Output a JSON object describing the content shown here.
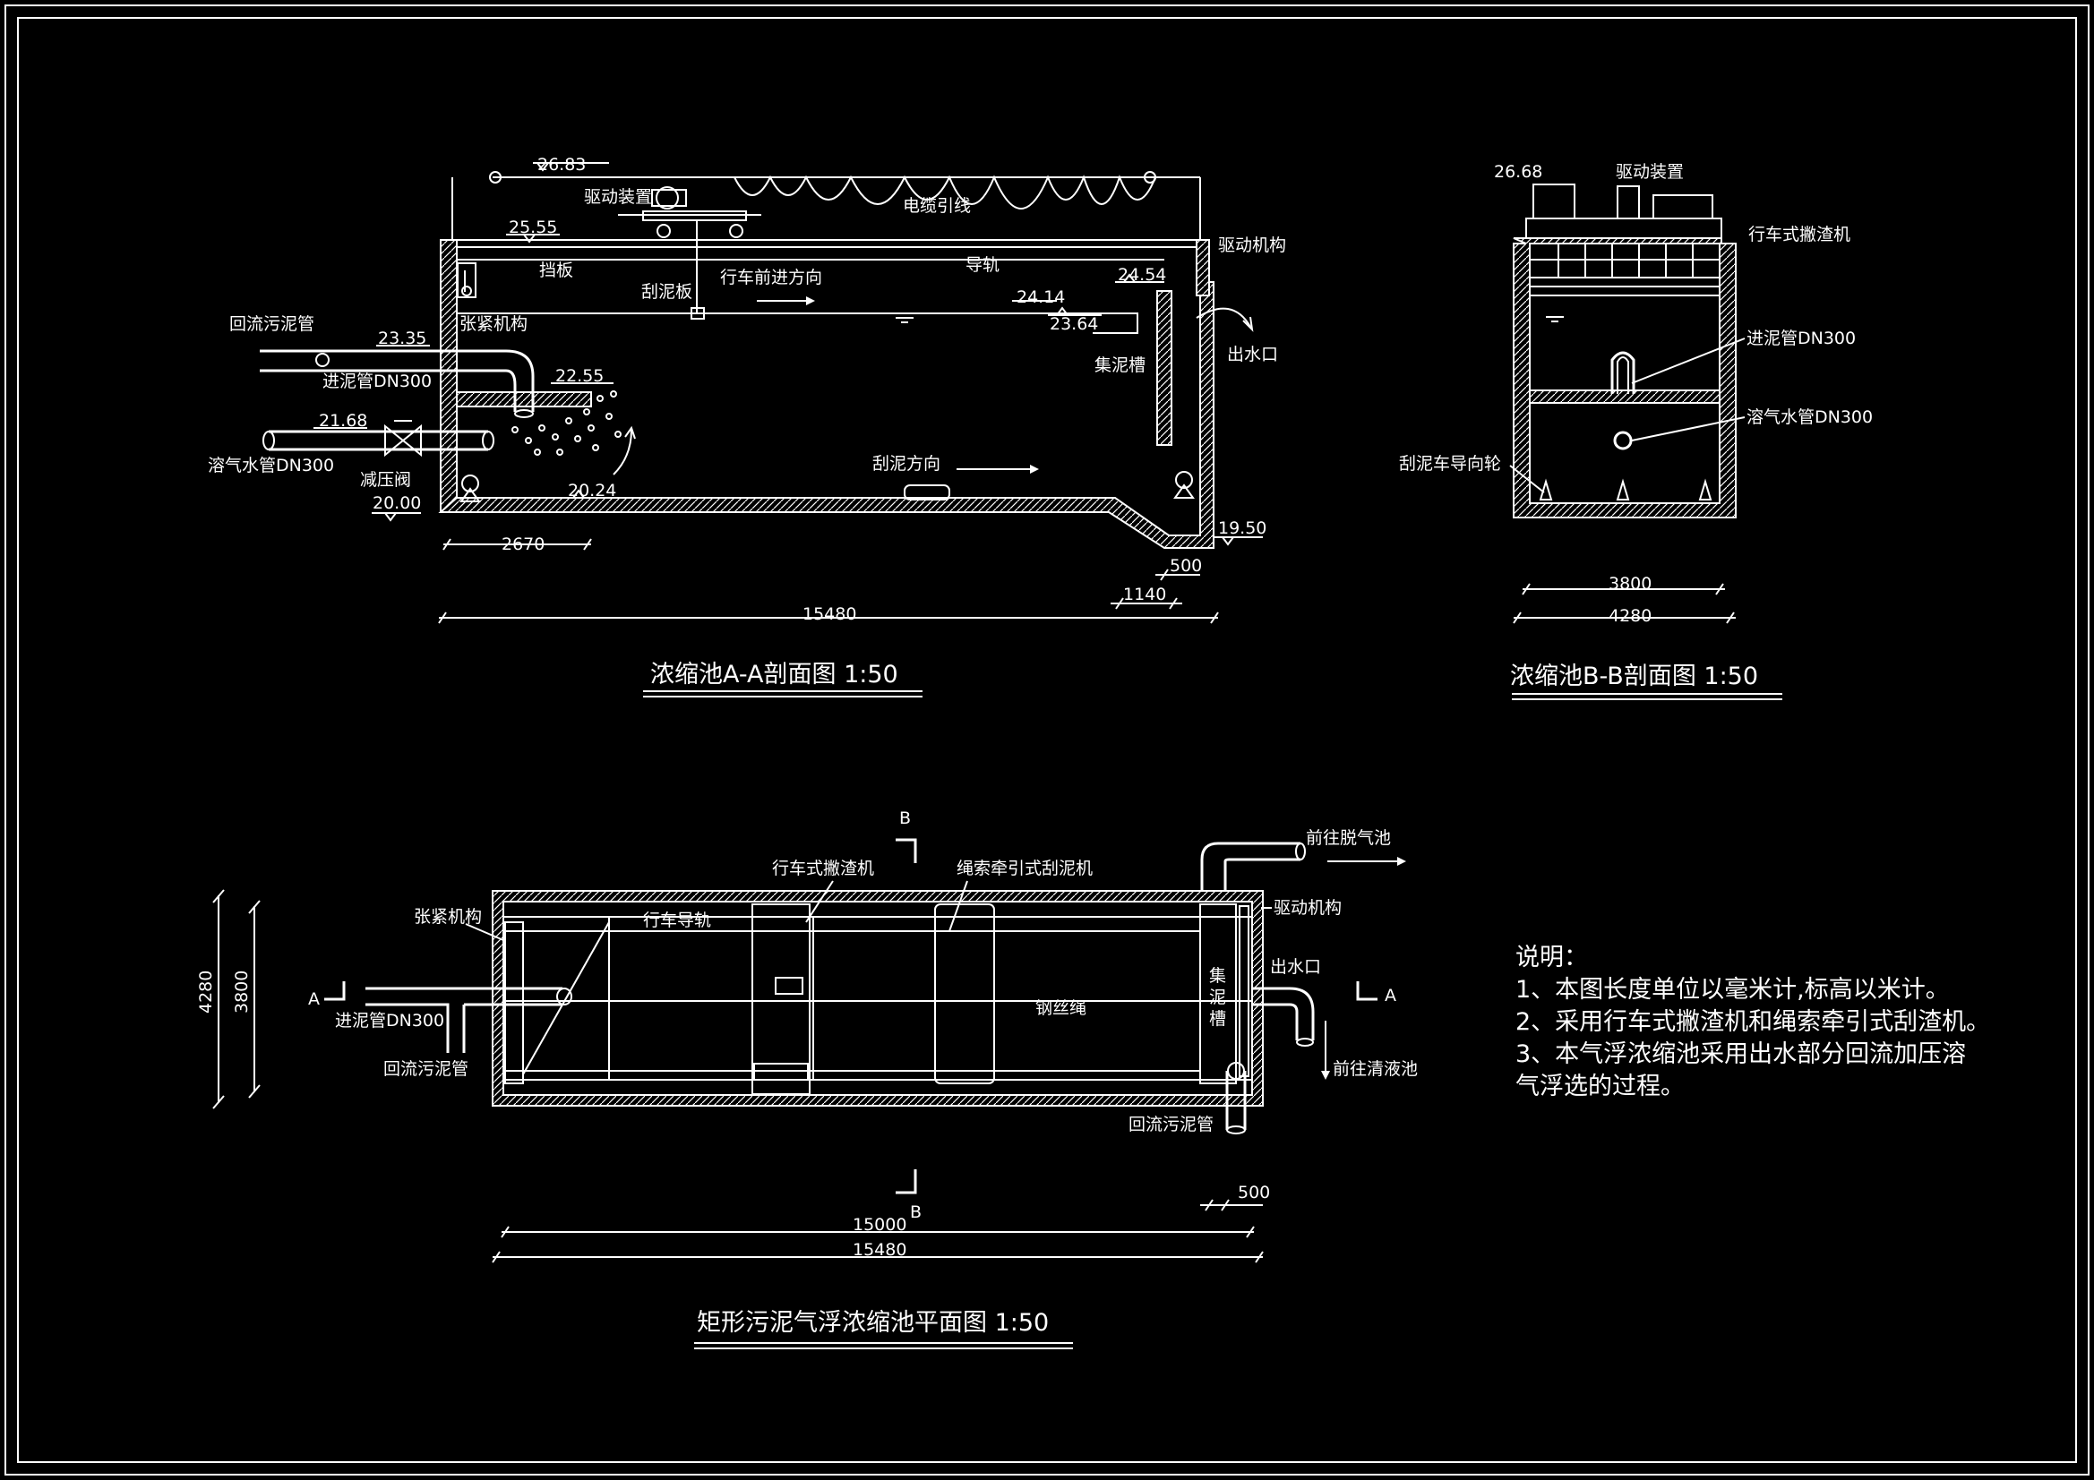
{
  "section_aa": {
    "title": "浓缩池A-A剖面图 1:50",
    "elev_top": "26.83",
    "drive_device": "驱动装置",
    "cable": "电缆引线",
    "elev_rail": "25.55",
    "baffle": "挡板",
    "scraper": "刮泥板",
    "travel_dir": "行车前进方向",
    "guide_rail": "导轨",
    "drive_mech": "驱动机构",
    "elev_water": "24.14",
    "elev_wall": "24.54",
    "elev_trough": "23.64",
    "tension": "张紧机构",
    "return_pipe": "回流污泥管",
    "elev_return": "23.35",
    "inlet_pipe": "进泥管DN300",
    "elev_inlet": "22.55",
    "trough": "集泥槽",
    "outlet": "出水口",
    "elev_dissolved": "21.68",
    "dissolved_pipe": "溶气水管DN300",
    "valve": "减压阀",
    "elev_ground": "20.00",
    "elev_bottom": "20.24",
    "scrape_dir": "刮泥方向",
    "elev_pit": "19.50",
    "dim_2670": "2670",
    "dim_500": "500",
    "dim_1140": "1140",
    "dim_15480": "15480"
  },
  "section_bb": {
    "title": "浓缩池B-B剖面图 1:50",
    "elev_top": "26.68",
    "drive_device": "驱动装置",
    "skimmer": "行车式撇渣机",
    "inlet_pipe": "进泥管DN300",
    "dissolved_pipe": "溶气水管DN300",
    "guide_wheel": "刮泥车导向轮",
    "dim_3800": "3800",
    "dim_4280": "4280"
  },
  "plan": {
    "title": "矩形污泥气浮浓缩池平面图 1:50",
    "mark_b": "B",
    "mark_a": "A",
    "to_degas": "前往脱气池",
    "skimmer": "行车式撇渣机",
    "rope_scraper": "绳索牵引式刮泥机",
    "tension": "张紧机构",
    "rail": "行车导轨",
    "drive_mech": "驱动机构",
    "outlet": "出水口",
    "trough_1": "集",
    "trough_2": "泥",
    "trough_3": "槽",
    "wire_rope": "钢丝绳",
    "inlet_pipe": "进泥管DN300",
    "return_pipe": "回流污泥管",
    "to_clear": "前往清液池",
    "return_pipe_2": "回流污泥管",
    "dim_4280": "4280",
    "dim_3800": "3800",
    "dim_500": "500",
    "dim_15000": "15000",
    "dim_15480": "15480"
  },
  "notes": {
    "heading": "说明：",
    "items": [
      "1、本图长度单位以毫米计,标高以米计。",
      "2、采用行车式撇渣机和绳索牵引式刮渣机。",
      "3、本气浮浓缩池采用出水部分回流加压溶",
      "气浮选的过程。"
    ]
  }
}
